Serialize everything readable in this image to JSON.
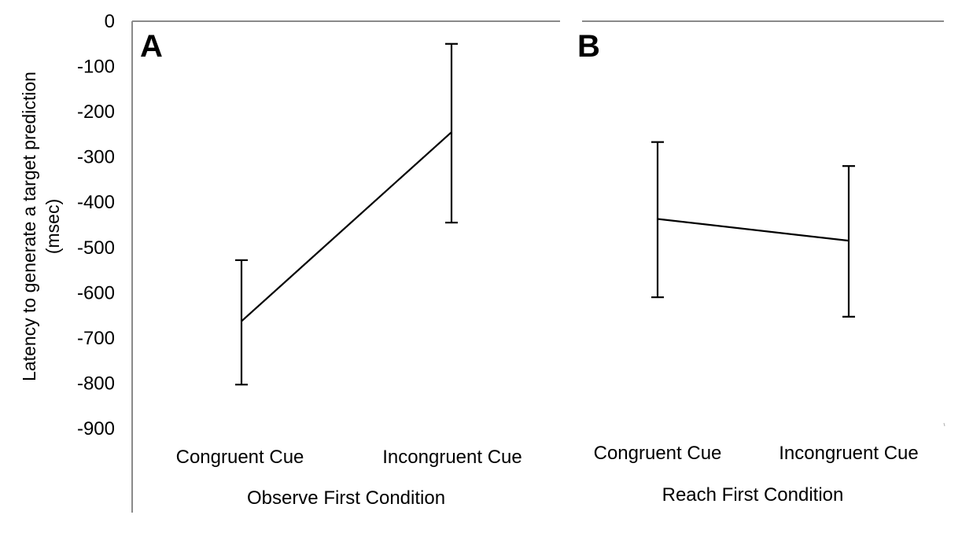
{
  "chart_data": [
    {
      "type": "line",
      "panel_label": "A",
      "title": "",
      "xlabel": "Observe First Condition",
      "ylabel_lines": [
        "Latency to generate a target prediction",
        "(msec)"
      ],
      "categories": [
        "Congruent Cue",
        "Incongruent Cue"
      ],
      "series": [
        {
          "values": [
            -663,
            -245
          ],
          "error_low": [
            -803,
            -445
          ],
          "error_high": [
            -528,
            -50
          ]
        }
      ],
      "yticks": [
        0,
        -100,
        -200,
        -300,
        -400,
        -500,
        -600,
        -700,
        -800,
        -900
      ],
      "ylim": [
        -900,
        0
      ],
      "grid": false,
      "colors": {
        "line": "#000000",
        "axis": "#8a8a8a"
      }
    },
    {
      "type": "line",
      "panel_label": "B",
      "title": "",
      "xlabel": "Reach First Condition",
      "categories": [
        "Congruent Cue",
        "Incongruent Cue"
      ],
      "series": [
        {
          "values": [
            -437,
            -485
          ],
          "error_low": [
            -610,
            -653
          ],
          "error_high": [
            -267,
            -320
          ]
        }
      ],
      "ylim": [
        -900,
        0
      ],
      "grid": false,
      "colors": {
        "line": "#000000",
        "axis": "#8a8a8a"
      }
    }
  ]
}
